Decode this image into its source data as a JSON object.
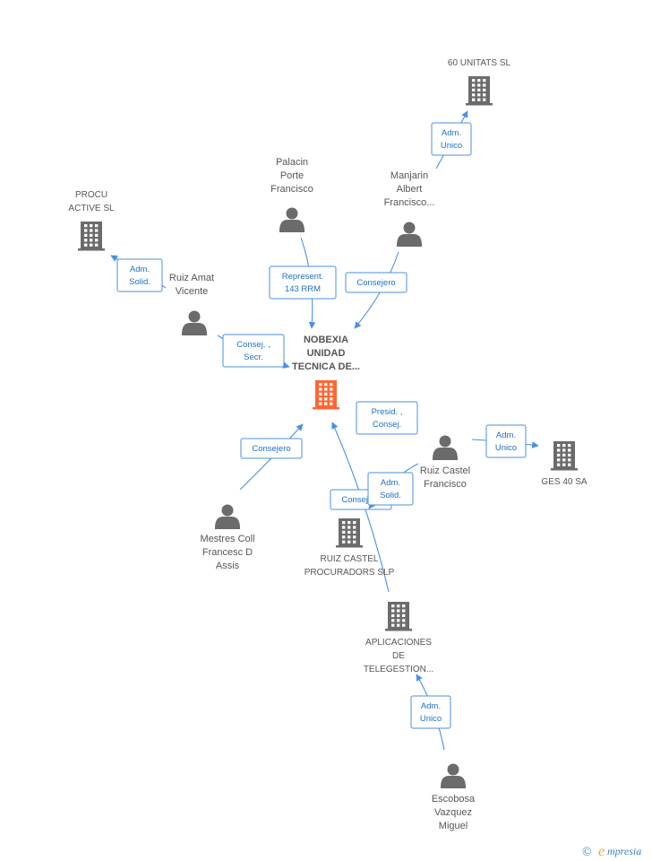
{
  "colors": {
    "accent": "#4a90e2",
    "edge_text": "#1f6fc9",
    "company_icon": "#6b6b6b",
    "main_company_icon": "#ff6633",
    "person_icon": "#6b6b6b",
    "label": "#555555"
  },
  "nodes": [
    {
      "id": "nobexia",
      "type": "company",
      "main": true,
      "lines": [
        "NOBEXIA",
        "UNIDAD",
        "TECNICA DE..."
      ]
    },
    {
      "id": "unitats",
      "type": "company",
      "lines": [
        "60 UNITATS SL"
      ]
    },
    {
      "id": "procu",
      "type": "company",
      "lines": [
        "PROCU",
        "ACTIVE  SL"
      ]
    },
    {
      "id": "ges40",
      "type": "company",
      "lines": [
        "GES 40 SA"
      ]
    },
    {
      "id": "ruizcastelprocs",
      "type": "company",
      "lines": [
        "RUIZ CASTEL",
        "PROCURADORS SLP"
      ]
    },
    {
      "id": "aplicaciones",
      "type": "company",
      "lines": [
        "APLICACIONES",
        "DE",
        "TELEGESTION..."
      ]
    },
    {
      "id": "palacin",
      "type": "person",
      "lines": [
        "Palacin",
        "Porte",
        "Francisco"
      ]
    },
    {
      "id": "manjarin",
      "type": "person",
      "lines": [
        "Manjarin",
        "Albert",
        "Francisco..."
      ]
    },
    {
      "id": "ruizamat",
      "type": "person",
      "lines": [
        "Ruiz Amat",
        "Vicente"
      ]
    },
    {
      "id": "ruizcastel",
      "type": "person",
      "lines": [
        "Ruiz Castel",
        "Francisco"
      ]
    },
    {
      "id": "mestres",
      "type": "person",
      "lines": [
        "Mestres Coll",
        "Francesc D",
        "Assis"
      ]
    },
    {
      "id": "escobosa",
      "type": "person",
      "lines": [
        "Escobosa",
        "Vazquez",
        "Miguel"
      ]
    }
  ],
  "edges": [
    {
      "id": "e1",
      "from": "manjarin",
      "to": "unitats",
      "label": [
        "Adm.",
        "Unico"
      ]
    },
    {
      "id": "e2",
      "from": "palacin",
      "to": "nobexia",
      "label": [
        "Represent.",
        "143 RRM"
      ]
    },
    {
      "id": "e3",
      "from": "manjarin",
      "to": "nobexia",
      "label": [
        "Consejero"
      ]
    },
    {
      "id": "e4",
      "from": "ruizamat",
      "to": "procu",
      "label": [
        "Adm.",
        "Solid."
      ]
    },
    {
      "id": "e5",
      "from": "ruizamat",
      "to": "nobexia",
      "label": [
        "Consej. ,",
        "Secr."
      ]
    },
    {
      "id": "e6",
      "from": "ruizcastel",
      "to": "nobexia",
      "label": [
        "Presid. ,",
        "Consej."
      ]
    },
    {
      "id": "e7",
      "from": "ruizcastel",
      "to": "ges40",
      "label": [
        "Adm.",
        "Unico"
      ]
    },
    {
      "id": "e8",
      "from": "mestres",
      "to": "nobexia",
      "label": [
        "Consejero"
      ]
    },
    {
      "id": "e9",
      "from": "aplicaciones",
      "to": "nobexia",
      "label": [
        "Consejero"
      ]
    },
    {
      "id": "e10",
      "from": "ruizcastel",
      "to": "ruizcastelprocs",
      "label": [
        "Adm.",
        "Solid."
      ]
    },
    {
      "id": "e11",
      "from": "escobosa",
      "to": "aplicaciones",
      "label": [
        "Adm.",
        "Unico"
      ]
    }
  ],
  "footer": {
    "copyright_symbol": "©",
    "brand_initial": "e",
    "brand_rest": "mpresia"
  }
}
